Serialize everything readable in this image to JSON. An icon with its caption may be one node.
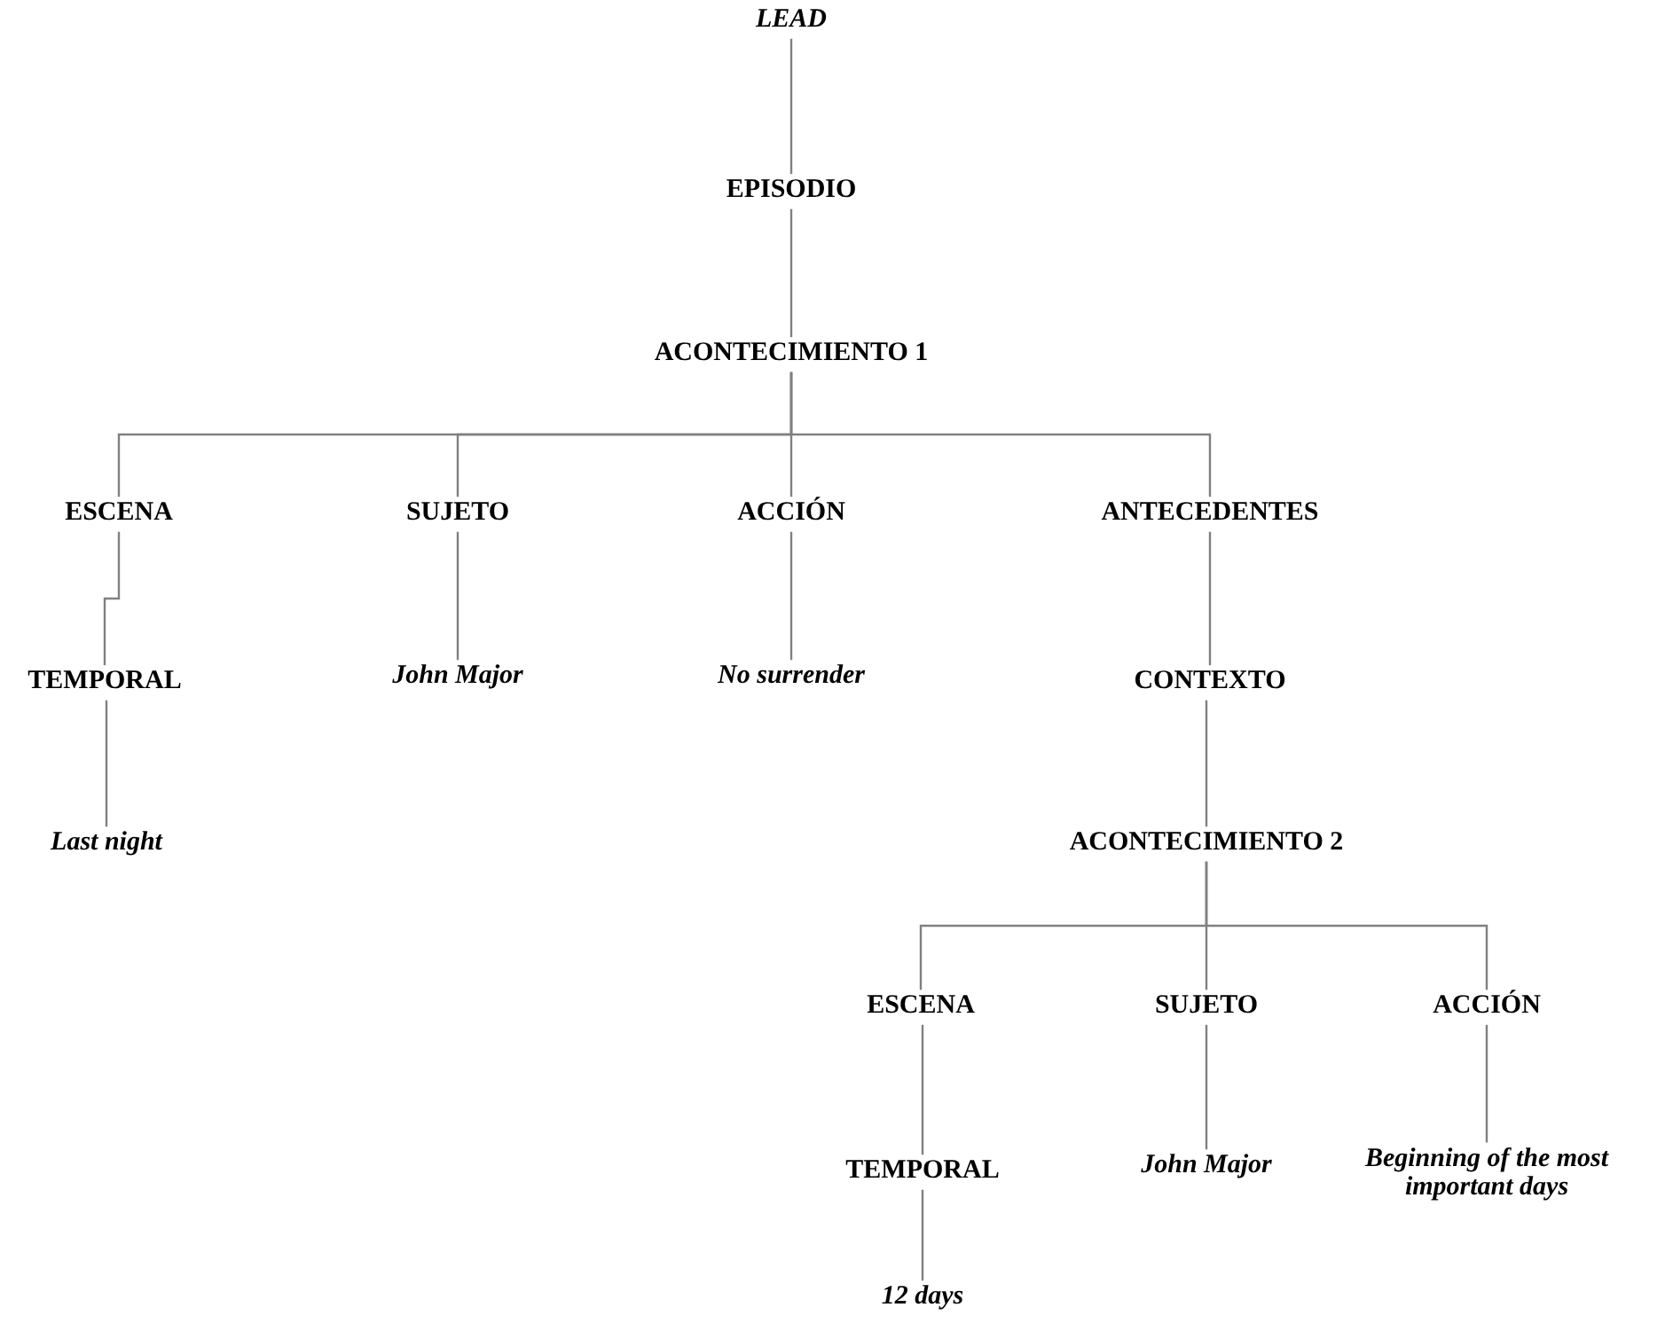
{
  "diagram": {
    "nodes": [
      {
        "text": [
          "LEAD"
        ]
      },
      {
        "text": [
          "EPISODIO"
        ]
      },
      {
        "text": [
          "ACONTECIMIENTO 1"
        ]
      },
      {
        "text": [
          "ESCENA"
        ]
      },
      {
        "text": [
          "SUJETO"
        ]
      },
      {
        "text": [
          "ACCIÓN"
        ]
      },
      {
        "text": [
          "ANTECEDENTES"
        ]
      },
      {
        "text": [
          "TEMPORAL"
        ]
      },
      {
        "text": [
          "John Major"
        ]
      },
      {
        "text": [
          "No surrender"
        ]
      },
      {
        "text": [
          "CONTEXTO"
        ]
      },
      {
        "text": [
          "Last night"
        ]
      },
      {
        "text": [
          "ACONTECIMIENTO 2"
        ]
      },
      {
        "text": [
          "ESCENA"
        ]
      },
      {
        "text": [
          "SUJETO"
        ]
      },
      {
        "text": [
          "ACCIÓN"
        ]
      },
      {
        "text": [
          "TEMPORAL"
        ]
      },
      {
        "text": [
          "John Major"
        ]
      },
      {
        "text": [
          "Beginning of the most important days"
        ]
      },
      {
        "text": [
          "12 days"
        ]
      }
    ],
    "edges": [
      {
        "from": 0,
        "to": 1,
        "arrow": "none"
      },
      {
        "from": 1,
        "to": 2,
        "arrow": "none"
      },
      {
        "from": 2,
        "to": 3,
        "arrow": "none"
      },
      {
        "from": 2,
        "to": 4,
        "arrow": "none"
      },
      {
        "from": 2,
        "to": 5,
        "arrow": "none"
      },
      {
        "from": 2,
        "to": 6,
        "arrow": "none"
      },
      {
        "from": 3,
        "to": 7,
        "arrow": "none"
      },
      {
        "from": 4,
        "to": 8,
        "arrow": "none"
      },
      {
        "from": 5,
        "to": 9,
        "arrow": "none"
      },
      {
        "from": 6,
        "to": 10,
        "arrow": "none"
      },
      {
        "from": 7,
        "to": 11,
        "arrow": "none"
      },
      {
        "from": 10,
        "to": 12,
        "arrow": "none"
      },
      {
        "from": 12,
        "to": 13,
        "arrow": "none"
      },
      {
        "from": 12,
        "to": 14,
        "arrow": "none"
      },
      {
        "from": 12,
        "to": 15,
        "arrow": "none"
      },
      {
        "from": 13,
        "to": 16,
        "arrow": "none"
      },
      {
        "from": 14,
        "to": 17,
        "arrow": "none"
      },
      {
        "from": 15,
        "to": 18,
        "arrow": "none"
      },
      {
        "from": 16,
        "to": 19,
        "arrow": "none"
      }
    ]
  }
}
